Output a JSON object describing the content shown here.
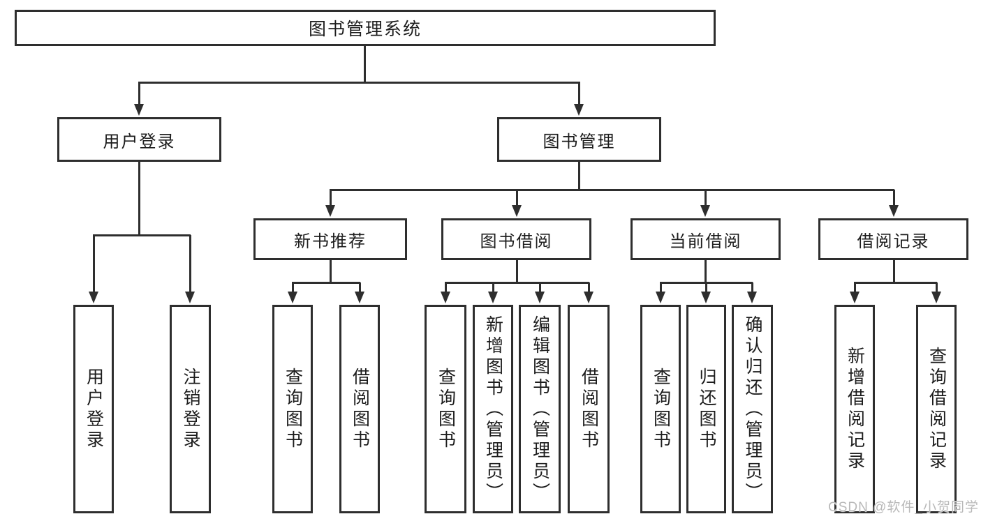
{
  "diagram": {
    "root": {
      "label": "图书管理系统"
    },
    "branches": {
      "user_login": {
        "label": "用户登录",
        "children": [
          {
            "label": "用户登录"
          },
          {
            "label": "注销登录"
          }
        ]
      },
      "book_management": {
        "label": "图书管理",
        "sections": [
          {
            "label": "新书推荐",
            "children": [
              {
                "label": "查询图书"
              },
              {
                "label": "借阅图书"
              }
            ]
          },
          {
            "label": "图书借阅",
            "children": [
              {
                "label": "查询图书"
              },
              {
                "label": "新增图书（管理员）"
              },
              {
                "label": "编辑图书（管理员）"
              },
              {
                "label": "借阅图书"
              }
            ]
          },
          {
            "label": "当前借阅",
            "children": [
              {
                "label": "查询图书"
              },
              {
                "label": "归还图书"
              },
              {
                "label": "确认归还（管理员）"
              }
            ]
          },
          {
            "label": "借阅记录",
            "children": [
              {
                "label": "新增借阅记录"
              },
              {
                "label": "查询借阅记录"
              }
            ]
          }
        ]
      }
    }
  },
  "colors": {
    "line": "#2e2e2e",
    "text": "#1c1c1c",
    "watermark_text": "#b9b9b9",
    "background": "#ffffff"
  },
  "watermark": {
    "text": "CSDN @软件_小贺同学"
  }
}
